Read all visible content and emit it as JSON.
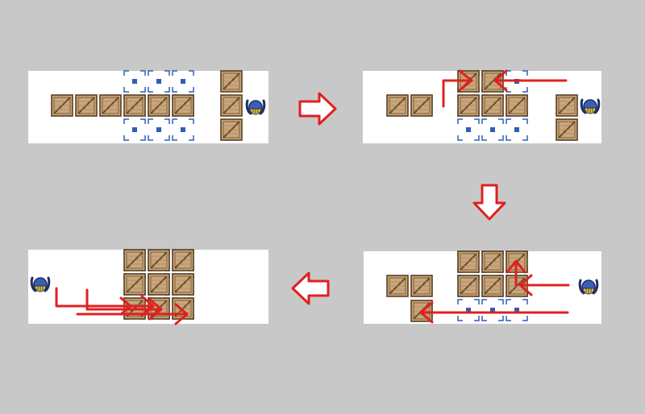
{
  "title": "",
  "colors": {
    "background": "#c8c8c8",
    "panel": "#ffffff",
    "crate_fill": "#c9a77c",
    "crate_edge": "#8a6a45",
    "crate_dark": "#5a3e22",
    "target_blue": "#2f5fb5",
    "arrow_red": "#e02020",
    "player_blue": "#3a5fb0",
    "player_yellow": "#e8c020"
  },
  "icons": {
    "crate": "wooden-crate-icon",
    "target": "target-square-icon",
    "player": "sokoban-player-icon",
    "step_arrow": "hollow-red-arrow-icon",
    "move_arrow": "red-move-arrow-icon"
  },
  "sequence": [
    {
      "step": 1,
      "description_visible": false
    },
    {
      "step": 2,
      "description_visible": false
    },
    {
      "step": 3,
      "description_visible": false
    },
    {
      "step": 4,
      "description_visible": false
    }
  ]
}
